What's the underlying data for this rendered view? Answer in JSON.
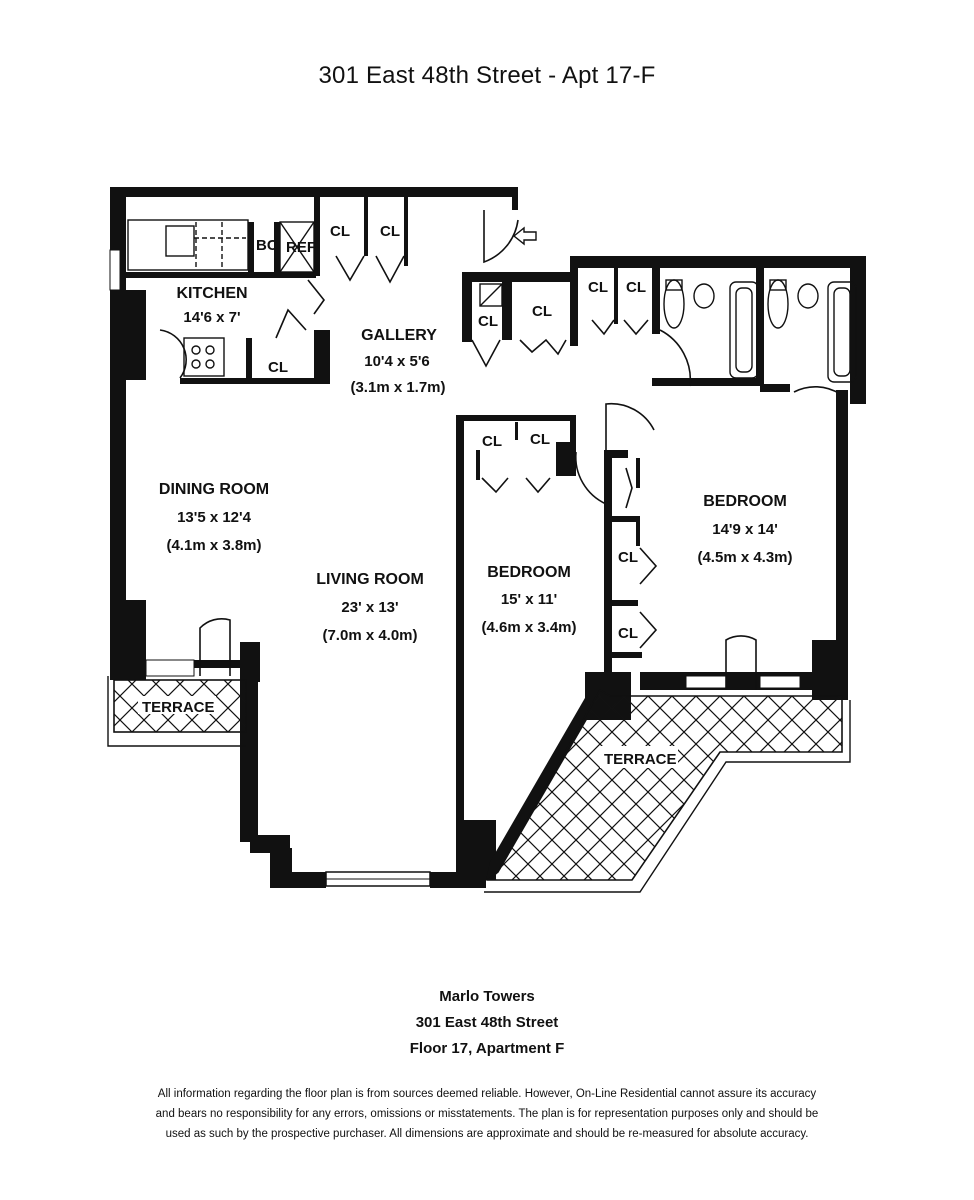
{
  "title": "301 East 48th Street - Apt 17-F",
  "rooms": {
    "kitchen": {
      "name": "KITCHEN",
      "dims": "14'6 x 7'"
    },
    "gallery": {
      "name": "GALLERY",
      "dims": "10'4 x 5'6",
      "metric": "(3.1m x 1.7m)"
    },
    "dining": {
      "name": "DINING ROOM",
      "dims": "13'5 x 12'4",
      "metric": "(4.1m x 3.8m)"
    },
    "living": {
      "name": "LIVING ROOM",
      "dims": "23' x 13'",
      "metric": "(7.0m x 4.0m)"
    },
    "bedroom1": {
      "name": "BEDROOM",
      "dims": "15' x 11'",
      "metric": "(4.6m x 3.4m)"
    },
    "bedroom2": {
      "name": "BEDROOM",
      "dims": "14'9 x 14'",
      "metric": "(4.5m x 4.3m)"
    }
  },
  "labels": {
    "closet": "CL",
    "bc": "BC",
    "ref": "REF",
    "terrace": "TERRACE"
  },
  "footer": {
    "building": "Marlo Towers",
    "address": "301 East 48th Street",
    "unit": "Floor 17, Apartment F"
  },
  "disclaimer": {
    "line1": "All information regarding the floor plan is from sources deemed reliable.  However, On-Line Residential cannot assure its accuracy",
    "line2": "and bears no responsibility for any errors, omissions or misstatements.  The plan is for representation purposes only and should be",
    "line3": "used as such by the prospective purchaser.  All dimensions are approximate and should be re-measured for absolute accuracy."
  }
}
